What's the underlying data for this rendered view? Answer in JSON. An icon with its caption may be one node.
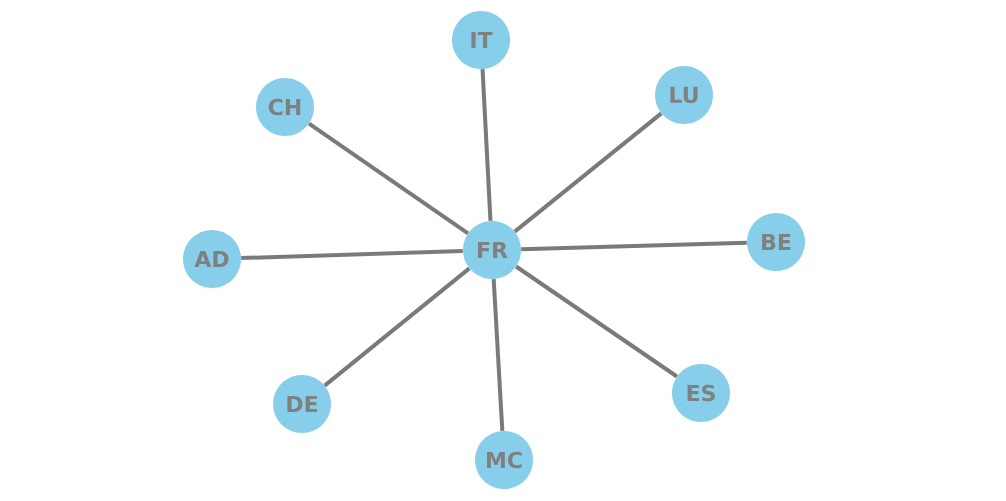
{
  "diagram": {
    "nodes": [
      {
        "text": [
          "IT"
        ]
      },
      {
        "text": [
          "LU"
        ]
      },
      {
        "text": [
          "CH"
        ]
      },
      {
        "text": [
          "BE"
        ]
      },
      {
        "text": [
          "FR"
        ]
      },
      {
        "text": [
          "AD"
        ]
      },
      {
        "text": [
          "ES"
        ]
      },
      {
        "text": [
          "DE"
        ]
      },
      {
        "text": [
          "MC"
        ]
      }
    ],
    "edges": [
      {
        "from": 4,
        "to": 0,
        "arrow": "none"
      },
      {
        "from": 4,
        "to": 1,
        "arrow": "none"
      },
      {
        "from": 4,
        "to": 2,
        "arrow": "none"
      },
      {
        "from": 4,
        "to": 3,
        "arrow": "none"
      },
      {
        "from": 4,
        "to": 5,
        "arrow": "none"
      },
      {
        "from": 4,
        "to": 6,
        "arrow": "none"
      },
      {
        "from": 4,
        "to": 7,
        "arrow": "none"
      },
      {
        "from": 4,
        "to": 8,
        "arrow": "none"
      }
    ]
  }
}
